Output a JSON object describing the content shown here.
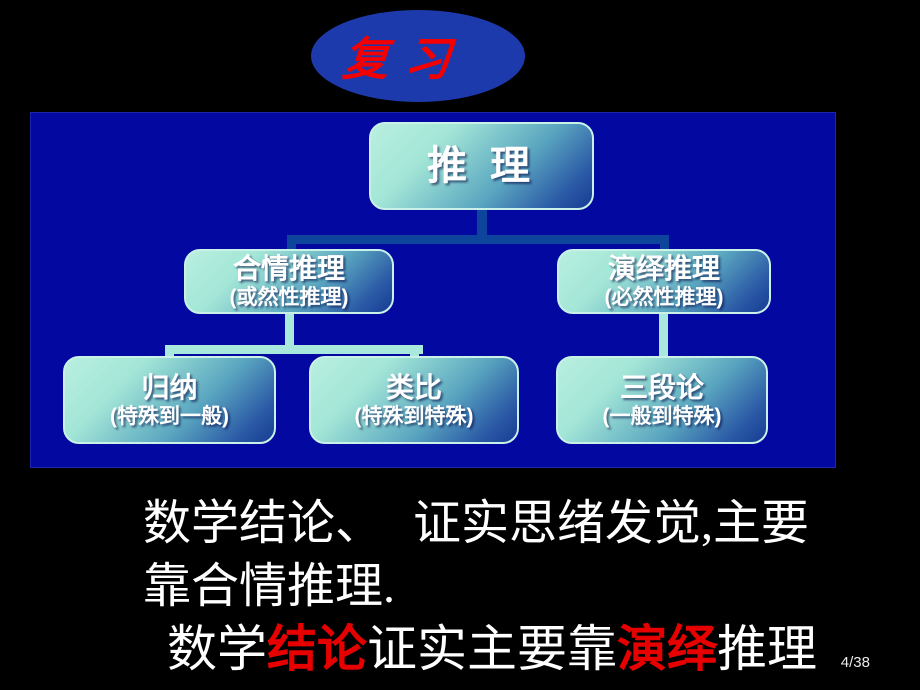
{
  "colors": {
    "background": "#000000",
    "bubble_fill": "#1d3aad",
    "bubble_text": "#f40000",
    "panel_fill": "#0309a0",
    "connector_blue": "#0d459c",
    "connector_mint": "#a9e8dc",
    "node_gradient_start": "#b9efdf",
    "node_gradient_end": "#173c94",
    "node_text": "#ffffff",
    "body_text": "#ffffff",
    "highlight_red": "#e60000"
  },
  "bubble": {
    "label": "复习"
  },
  "diagram": {
    "root": {
      "title": "推 理"
    },
    "left": {
      "title": "合情推理",
      "subtitle": "(或然性推理)"
    },
    "right": {
      "title": "演绎推理",
      "subtitle": "(必然性推理)"
    },
    "left_child1": {
      "title": "归纳",
      "subtitle": "(特殊到一般)"
    },
    "left_child2": {
      "title": "类比",
      "subtitle": "(特殊到特殊)"
    },
    "right_child1": {
      "title": "三段论",
      "subtitle": "(一般到特殊)"
    }
  },
  "body": {
    "line1_part1": "数学结论、",
    "line1_part2": "证实思绪发觉,主要",
    "line2": "靠合情推理.",
    "line3": [
      {
        "text": "数学"
      },
      {
        "text": "结论"
      },
      {
        "text": "证实主要靠"
      },
      {
        "text": "演绎"
      },
      {
        "text": "推理"
      }
    ]
  },
  "footer": {
    "page_number": "4/38"
  }
}
